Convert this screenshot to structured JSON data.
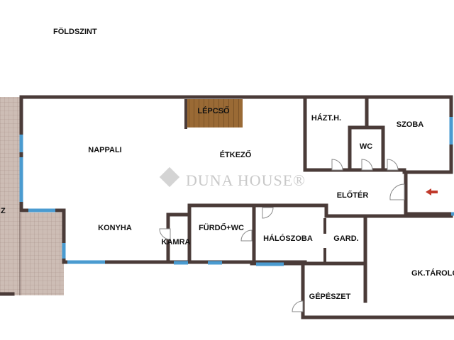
{
  "floor_title": "FÖLDSZINT",
  "watermark": "DUNA HOUSE®",
  "rooms": {
    "lepcso": "LÉPCSŐ",
    "nappali": "NAPPALI",
    "etkezo": "ÉTKEZŐ",
    "konyha": "KONYHA",
    "kamra": "KAMRA",
    "furdo": "FÜRDŐ+WC",
    "haloszoba": "HÁLÓSZOBA",
    "gard": "GARD.",
    "haztartasi": "HÁZT.H.",
    "wc": "WC",
    "szoba": "SZOBA",
    "eloter": "ELŐTÉR",
    "gepeszet": "GÉPÉSZET",
    "garage": "GK.TÁROLÓ",
    "terrace_partial": "Z"
  },
  "colors": {
    "wall": "#4a3b38",
    "window": "#4a9bd0",
    "stairs": "#8b5a2b",
    "entrance_arrow": "#c0392b",
    "terrace": "#c9b8b0"
  }
}
